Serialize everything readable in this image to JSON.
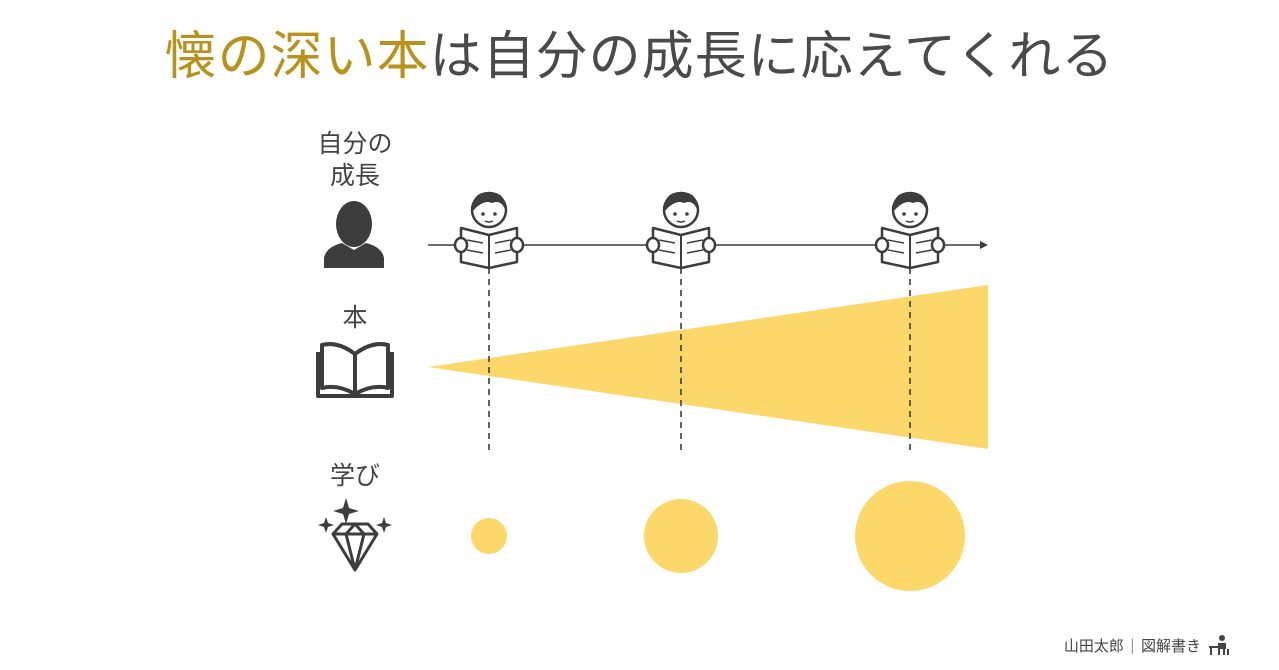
{
  "title": {
    "highlight": "懐の深い本",
    "rest": "は自分の成長に応えてくれる",
    "highlight_color": "#b8921a"
  },
  "rows": {
    "growth": {
      "label_line1": "自分の",
      "label_line2": "成長",
      "icon": "person-silhouette-icon"
    },
    "book": {
      "label": "本",
      "icon": "open-book-icon"
    },
    "learning": {
      "label": "学び",
      "icon": "sparkling-diamond-icon"
    }
  },
  "stages": [
    {
      "reader": "reading-person-icon",
      "learning_size": "small"
    },
    {
      "reader": "reading-person-icon",
      "learning_size": "medium"
    },
    {
      "reader": "reading-person-icon",
      "learning_size": "large"
    }
  ],
  "colors": {
    "accent": "#fcd86a",
    "ink": "#3d3d3d"
  },
  "credit": {
    "author": "山田太郎",
    "separator": "|",
    "brand": "図解書き"
  }
}
